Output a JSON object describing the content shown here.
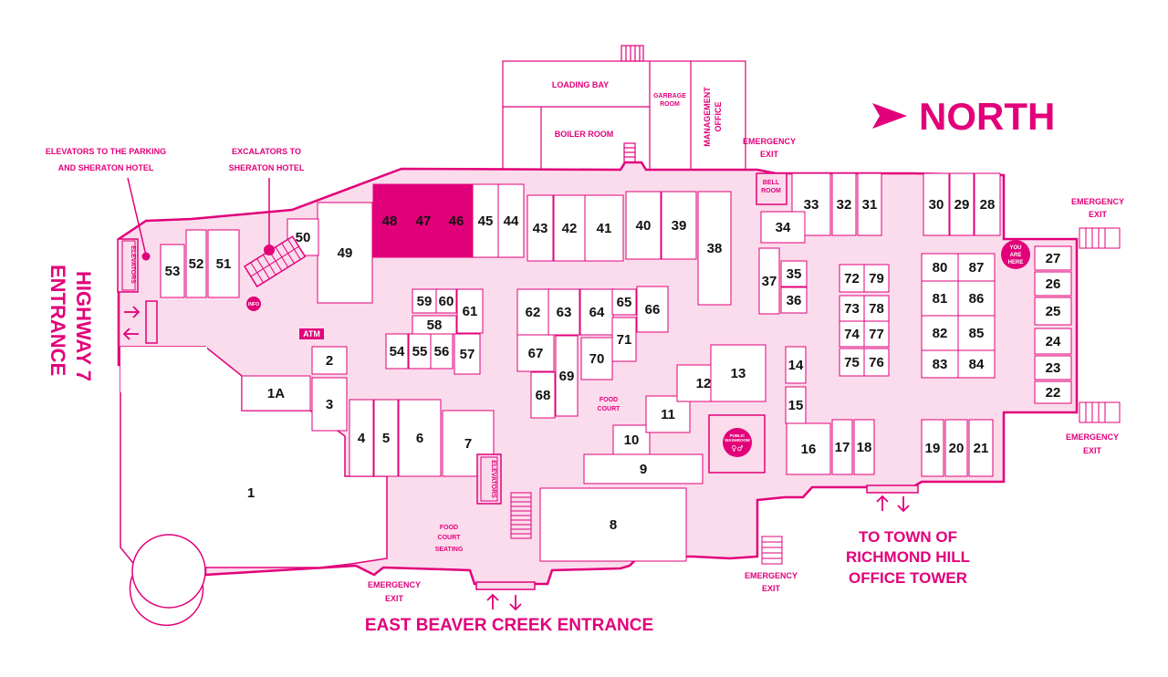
{
  "compass": {
    "label": "NORTH"
  },
  "entrances": {
    "highway7_line1": "HIGHWAY 7",
    "highway7_line2": "ENTRANCE",
    "east_beaver_creek": "EAST BEAVER CREEK ENTRANCE",
    "town_line1": "TO TOWN OF",
    "town_line2": "RICHMOND HILL",
    "town_line3": "OFFICE TOWER"
  },
  "callouts": {
    "elevators_line1": "ELEVATORS TO THE PARKING",
    "elevators_line2": "AND SHERATON HOTEL",
    "escalators_line1": "EXCALATORS TO",
    "escalators_line2": "SHERATON HOTEL"
  },
  "rooms": {
    "loading_bay": "LOADING BAY",
    "boiler_room": "BOILER ROOM",
    "garbage_line1": "GARBAGE",
    "garbage_line2": "ROOM",
    "management_line1": "MANAGEMENT",
    "management_line2": "OFFICE",
    "bell_line1": "BELL",
    "bell_line2": "ROOM",
    "elevators": "ELEVATORS",
    "atm": "ATM",
    "info": "INFO",
    "food_court_line1": "FOOD",
    "food_court_line2": "COURT",
    "seating_line1": "FOOD",
    "seating_line2": "COURT",
    "seating_line3": "SEATING",
    "washroom_line1": "PUBLIC",
    "washroom_line2": "WASHROOM",
    "you_are_here_line1": "YOU",
    "you_are_here_line2": "ARE",
    "you_are_here_line3": "HERE"
  },
  "emergency_exits": [
    {
      "line1": "EMERGENCY",
      "line2": "EXIT"
    },
    {
      "line1": "EMERGENCY",
      "line2": "EXIT"
    },
    {
      "line1": "EMERGENCY",
      "line2": "EXIT"
    },
    {
      "line1": "EMERGENCY",
      "line2": "EXIT"
    },
    {
      "line1": "EMERGENCY",
      "line2": "EXIT"
    }
  ],
  "units": [
    "1",
    "1A",
    "2",
    "3",
    "4",
    "5",
    "6",
    "7",
    "8",
    "9",
    "10",
    "11",
    "12",
    "13",
    "14",
    "15",
    "16",
    "17",
    "18",
    "19",
    "20",
    "21",
    "22",
    "23",
    "24",
    "25",
    "26",
    "27",
    "28",
    "29",
    "30",
    "31",
    "32",
    "33",
    "34",
    "35",
    "36",
    "37",
    "38",
    "39",
    "40",
    "41",
    "42",
    "43",
    "44",
    "45",
    "46",
    "47",
    "48",
    "49",
    "50",
    "51",
    "52",
    "53",
    "54",
    "55",
    "56",
    "57",
    "58",
    "59",
    "60",
    "61",
    "62",
    "63",
    "64",
    "65",
    "66",
    "67",
    "68",
    "69",
    "70",
    "71",
    "72",
    "73",
    "74",
    "75",
    "76",
    "77",
    "78",
    "79",
    "80",
    "81",
    "82",
    "83",
    "84",
    "85",
    "86",
    "87"
  ],
  "colors": {
    "accent": "#e2007a",
    "floor": "#fbdcec",
    "highlight": "#e2007a",
    "unit": "#ffffff",
    "outline": "#e2007a"
  }
}
